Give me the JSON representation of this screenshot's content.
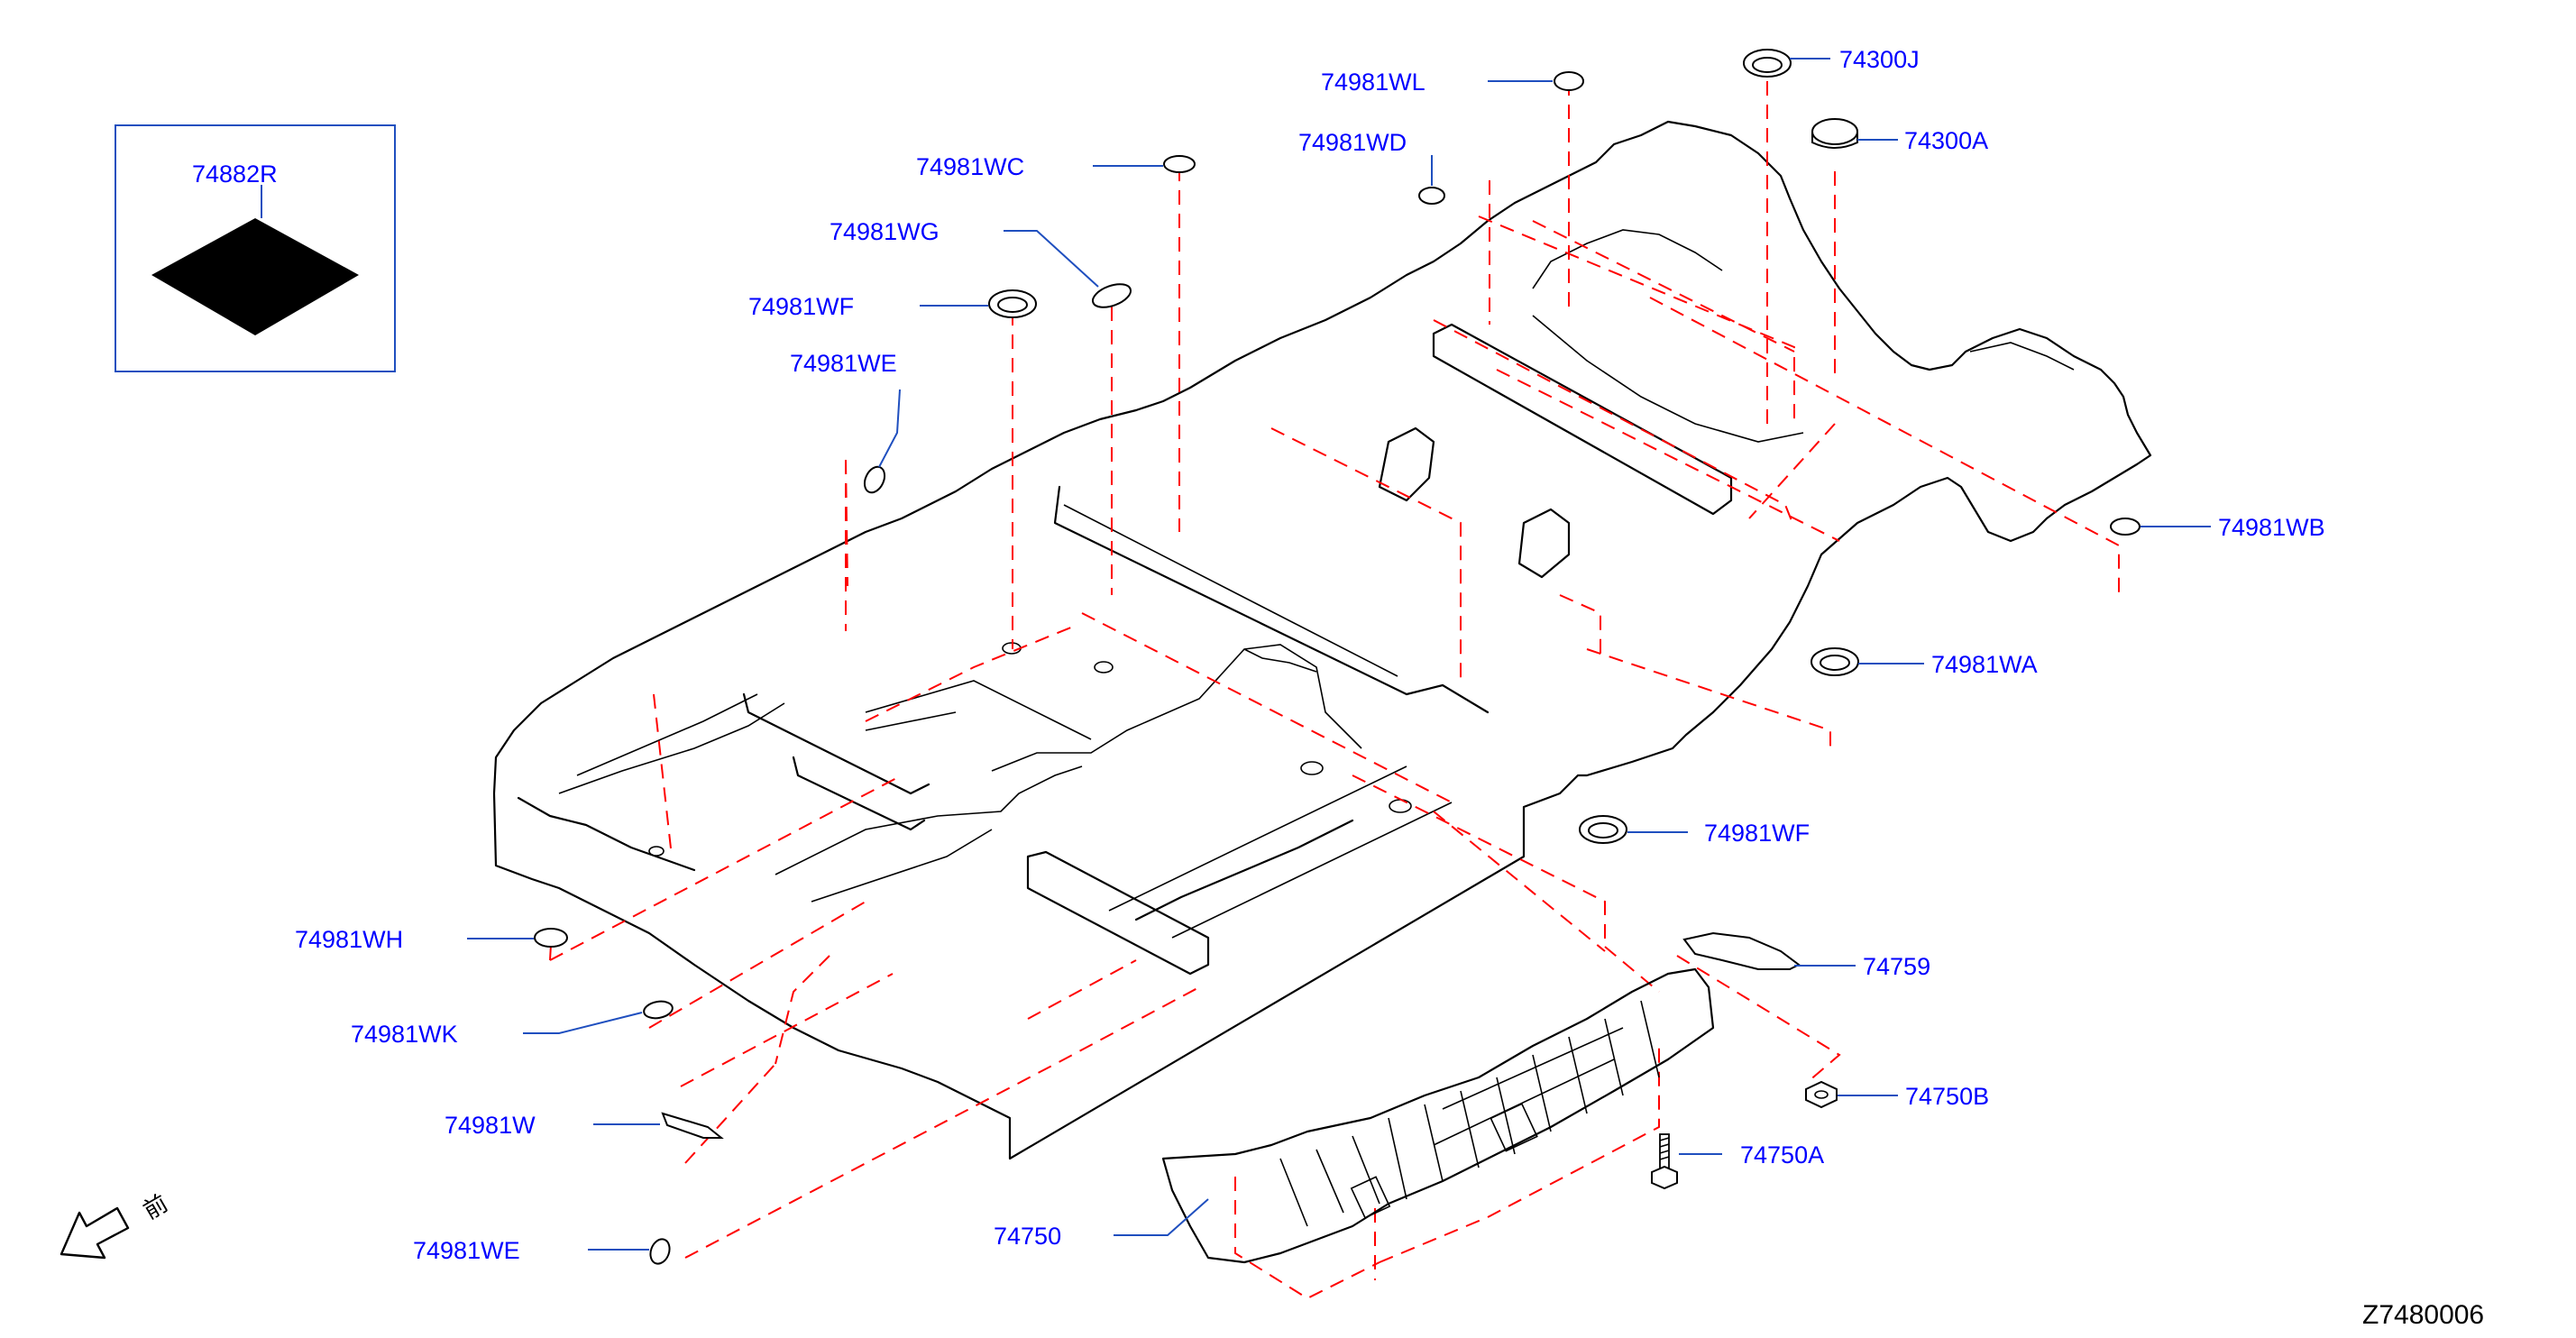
{
  "inset": {
    "part_number": "74882R"
  },
  "labels": {
    "wl": "74981WL",
    "j": "74300J",
    "a300": "74300A",
    "wd": "74981WD",
    "wc": "74981WC",
    "wg": "74981WG",
    "wf_top": "74981WF",
    "we_top": "74981WE",
    "wb": "74981WB",
    "wa": "74981WA",
    "wf_mid": "74981WF",
    "wh": "74981WH",
    "wk": "74981WK",
    "w": "74981W",
    "we_bottom": "74981WE",
    "p74759": "74759",
    "p74750b": "74750B",
    "p74750a": "74750A",
    "p74750": "74750"
  },
  "front_indicator": {
    "text": "前",
    "icon": "front-arrow-icon"
  },
  "diagram_code": "Z7480006",
  "colors": {
    "label": "#0000ff",
    "leader": "#1f4fbf",
    "dashed_guides": "#ff0000",
    "lines": "#000000"
  }
}
